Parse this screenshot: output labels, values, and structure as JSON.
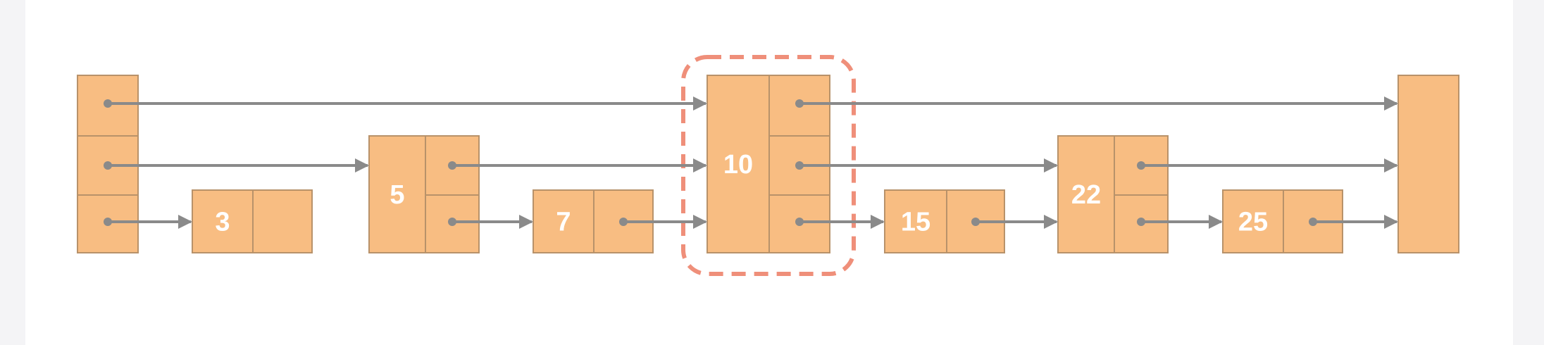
{
  "diagram": {
    "colors": {
      "node_fill": "#f8bd82",
      "node_stroke": "#b8926a",
      "arrow": "#8a8a8a",
      "highlight": "#ef8f7a",
      "text": "#ffffff",
      "background": "#ffffff"
    },
    "nodes": [
      {
        "id": "head",
        "value": "",
        "levels": 3
      },
      {
        "id": "n3",
        "value": "3",
        "levels": 1
      },
      {
        "id": "n5",
        "value": "5",
        "levels": 2
      },
      {
        "id": "n7",
        "value": "7",
        "levels": 1
      },
      {
        "id": "n10",
        "value": "10",
        "levels": 3,
        "highlighted": true
      },
      {
        "id": "n15",
        "value": "15",
        "levels": 1
      },
      {
        "id": "n22",
        "value": "22",
        "levels": 2
      },
      {
        "id": "n25",
        "value": "25",
        "levels": 1
      },
      {
        "id": "tail",
        "value": "",
        "levels": 3
      }
    ],
    "links": [
      {
        "level": 3,
        "from": "head",
        "to": "n10"
      },
      {
        "level": 3,
        "from": "n10",
        "to": "tail"
      },
      {
        "level": 2,
        "from": "head",
        "to": "n5"
      },
      {
        "level": 2,
        "from": "n5",
        "to": "n10"
      },
      {
        "level": 2,
        "from": "n10",
        "to": "n22"
      },
      {
        "level": 2,
        "from": "n22",
        "to": "tail"
      },
      {
        "level": 1,
        "from": "head",
        "to": "n3"
      },
      {
        "level": 1,
        "from": "n5",
        "to": "n7"
      },
      {
        "level": 1,
        "from": "n7",
        "to": "n10"
      },
      {
        "level": 1,
        "from": "n10",
        "to": "n15"
      },
      {
        "level": 1,
        "from": "n15",
        "to": "n22"
      },
      {
        "level": 1,
        "from": "n22",
        "to": "n25"
      },
      {
        "level": 1,
        "from": "n25",
        "to": "tail"
      }
    ]
  }
}
